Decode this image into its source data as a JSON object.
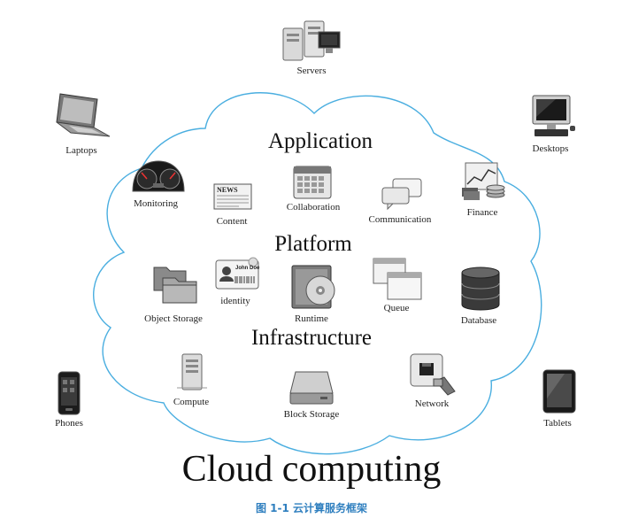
{
  "diagram": {
    "title": "Cloud computing",
    "caption": "图 1-1  云计算服务框架",
    "layers": {
      "application": "Application",
      "platform": "Platform",
      "infrastructure": "Infrastructure"
    },
    "devices": {
      "servers": "Servers",
      "laptops": "Laptops",
      "desktops": "Desktops",
      "phones": "Phones",
      "tablets": "Tablets"
    },
    "application_items": {
      "monitoring": "Monitoring",
      "content": "Content",
      "collaboration": "Collaboration",
      "communication": "Communication",
      "finance": "Finance"
    },
    "platform_items": {
      "object_storage": "Object Storage",
      "identity": "identity",
      "runtime": "Runtime",
      "queue": "Queue",
      "database": "Database"
    },
    "infrastructure_items": {
      "compute": "Compute",
      "block_storage": "Block  Storage",
      "network": "Network"
    },
    "badge_texts": {
      "news": "NEWS",
      "john_doe": "John Doe"
    },
    "colors": {
      "cloud_outline": "#4aaee0",
      "caption": "#2f7fbf"
    }
  }
}
